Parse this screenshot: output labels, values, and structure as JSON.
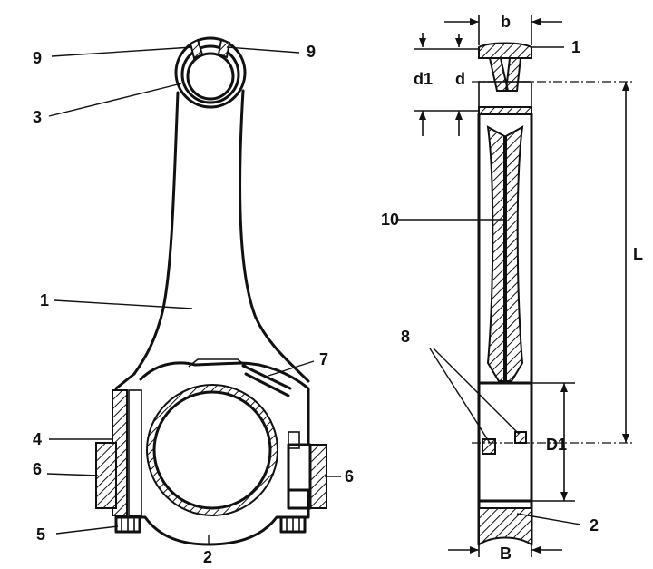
{
  "labels": {
    "front_9_left": "9",
    "front_9_right": "9",
    "front_3": "3",
    "front_1": "1",
    "front_7": "7",
    "front_4": "4",
    "front_6_left": "6",
    "front_6_right": "6",
    "front_5": "5",
    "front_2": "2",
    "side_b": "b",
    "side_1": "1",
    "side_d1": "d1",
    "side_d": "d",
    "side_10": "10",
    "side_L": "L",
    "side_8": "8",
    "side_D1": "D1",
    "side_2": "2",
    "side_B": "B"
  }
}
